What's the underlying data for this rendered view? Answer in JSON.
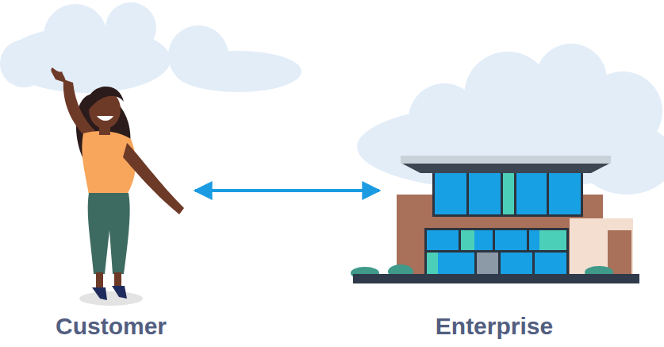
{
  "diagram": {
    "nodes": [
      {
        "text": [
          "Customer"
        ]
      },
      {
        "text": [
          "Enterprise"
        ]
      }
    ],
    "edges": [
      {
        "from": 0,
        "to": 1,
        "arrow": "both"
      }
    ]
  }
}
